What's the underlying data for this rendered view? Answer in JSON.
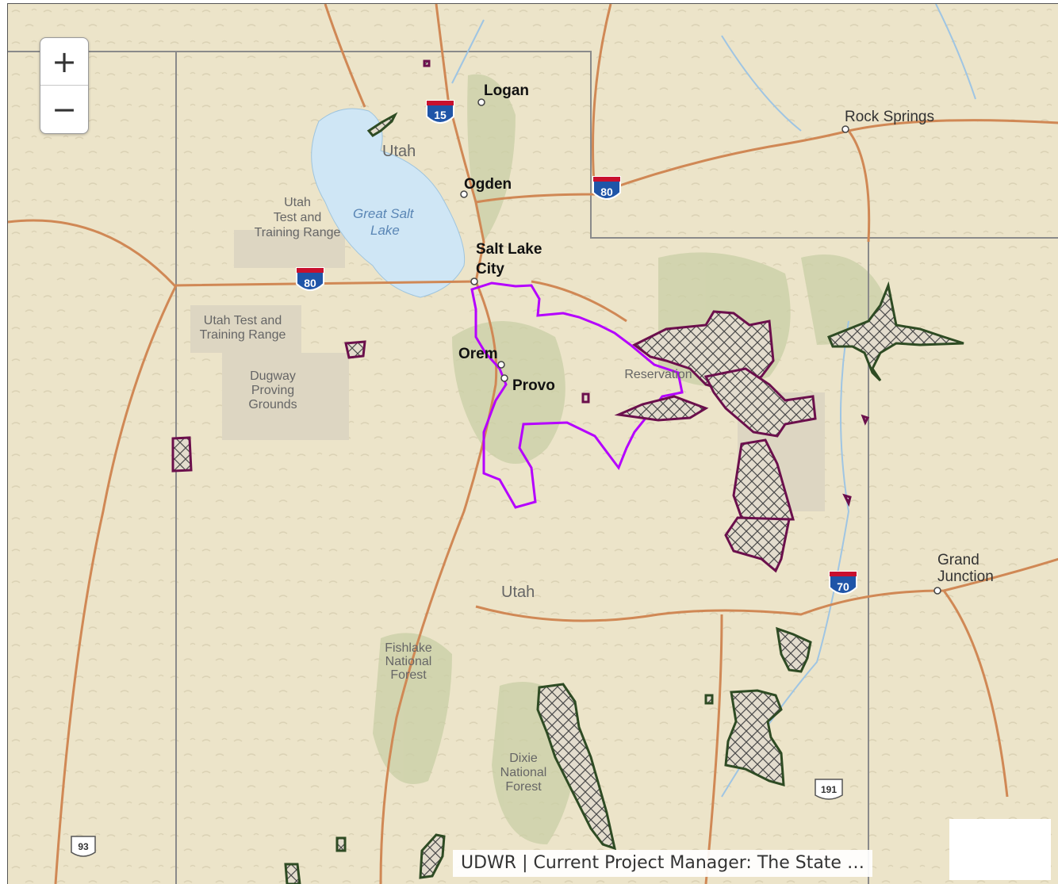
{
  "zoom": {
    "in_label": "+",
    "out_label": "−"
  },
  "attribution": "UDWR | Current Project Manager: The State …",
  "cities": [
    {
      "name": "Logan"
    },
    {
      "name": "Ogden"
    },
    {
      "name": "Salt Lake"
    },
    {
      "name": "City"
    },
    {
      "name": "Orem"
    },
    {
      "name": "Provo"
    },
    {
      "name": "Rock Springs"
    },
    {
      "name": "Grand"
    },
    {
      "name": "Junction"
    }
  ],
  "regions": [
    {
      "name": "Utah"
    },
    {
      "name": "Utah"
    }
  ],
  "areas": {
    "test_range_1": [
      "Utah",
      "Test and",
      "Training Range"
    ],
    "test_range_2": [
      "Utah Test and",
      "Training Range"
    ],
    "dugway": [
      "Dugway",
      "Proving",
      "Grounds"
    ],
    "fishlake": [
      "Fishlake",
      "National",
      "Forest"
    ],
    "dixie": [
      "Dixie",
      "National",
      "Forest"
    ],
    "reservation": [
      "Reservation"
    ]
  },
  "water": [
    "Great Salt",
    "Lake"
  ],
  "highways": [
    {
      "type": "interstate",
      "number": "15"
    },
    {
      "type": "interstate",
      "number": "80"
    },
    {
      "type": "interstate",
      "number": "80"
    },
    {
      "type": "interstate",
      "number": "70"
    },
    {
      "type": "us",
      "number": "191"
    },
    {
      "type": "us",
      "number": "93"
    }
  ],
  "colors": {
    "basemap": "#ece4c9",
    "road": "#d08855",
    "boundary": "#8a8a8a",
    "lake": "#cfe6f5",
    "purple_outline": "#b500ff",
    "maroon_area": "#6b0f4c",
    "green_area": "#2e4b23"
  }
}
